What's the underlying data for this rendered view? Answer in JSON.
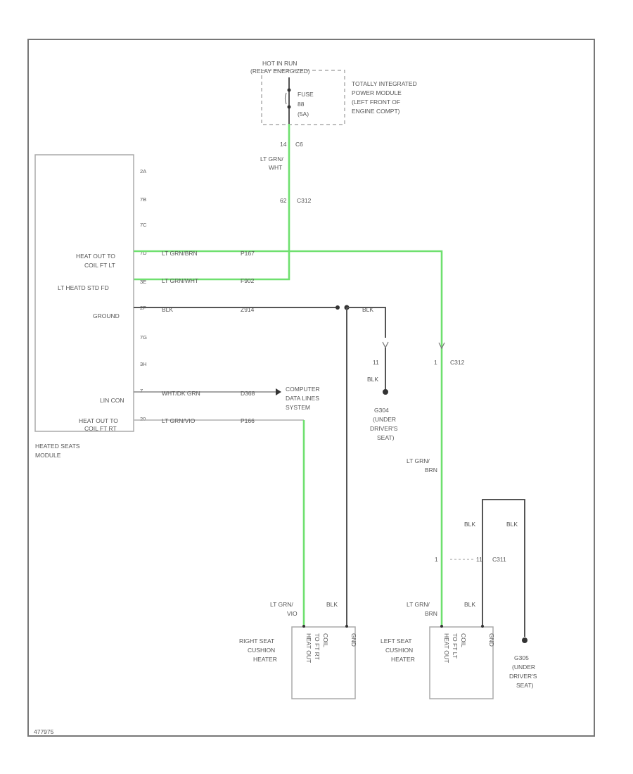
{
  "power": {
    "line1": "HOT IN RUN",
    "line2": "(RELAY ENERGIZED)",
    "fuse_l1": "FUSE",
    "fuse_l2": "88",
    "fuse_l3": "(5A)",
    "pin": "14",
    "conn": "C6",
    "tipm_l1": "TOTALLY INTEGRATED",
    "tipm_l2": "POWER MODULE",
    "tipm_l3": "(LEFT FRONT OF",
    "tipm_l4": "ENGINE COMPT)"
  },
  "top_wire": {
    "color1": "LT GRN/",
    "color2": "WHT",
    "pin": "62",
    "conn": "C312"
  },
  "module": {
    "name_l1": "HEATED SEATS",
    "name_l2": "MODULE",
    "pins": [
      "2A",
      "7B",
      "7C",
      "7D",
      "3E",
      "2F",
      "7G",
      "3H",
      "7",
      "20"
    ],
    "label_heat_lt_1": "HEAT OUT TO",
    "label_heat_lt_2": "COIL FT LT",
    "label_lt_heated": "LT HEATD STD FD",
    "label_ground": "GROUND",
    "label_lin": "LIN CON",
    "label_heat_rt_1": "HEAT OUT TO",
    "label_heat_rt_2": "COIL FT RT"
  },
  "wires": {
    "w1": {
      "color": "LT GRN/BRN",
      "circuit": "P167"
    },
    "w2": {
      "color": "LT GRN/WHT",
      "circuit": "F902"
    },
    "w3": {
      "color": "BLK",
      "circuit": "Z914"
    },
    "w4": {
      "color": "WHT/DK GRN",
      "circuit": "D368"
    },
    "w5": {
      "color": "LT GRN/VIO",
      "circuit": "P166"
    },
    "blk_right": "BLK"
  },
  "cdl": {
    "l1": "COMPUTER",
    "l2": "DATA LINES",
    "l3": "SYSTEM"
  },
  "ground1": {
    "pin": "11",
    "wire": "BLK",
    "l1": "G304",
    "l2": "(UNDER",
    "l3": "DRIVER'S",
    "l4": "SEAT)"
  },
  "c312_lower": {
    "pin": "1",
    "conn": "C312"
  },
  "left_feed": {
    "color1": "LT GRN/",
    "color2": "BRN"
  },
  "c311": {
    "pin_left": "1",
    "pin_right": "11",
    "conn": "C311",
    "blk1": "BLK",
    "blk2": "BLK"
  },
  "right_heater": {
    "wire1_l1": "LT GRN/",
    "wire1_l2": "VIO",
    "wire2": "BLK",
    "name_l1": "RIGHT SEAT",
    "name_l2": "CUSHION",
    "name_l3": "HEATER",
    "inner_l1": "HEAT OUT",
    "inner_l2": "TO FT RT",
    "inner_l3": "COIL",
    "inner_l4": "GND"
  },
  "left_heater": {
    "wire1_l1": "LT GRN/",
    "wire1_l2": "BRN",
    "wire2": "BLK",
    "name_l1": "LEFT SEAT",
    "name_l2": "CUSHION",
    "name_l3": "HEATER",
    "inner_l1": "HEAT OUT",
    "inner_l2": "TO FT LT",
    "inner_l3": "COIL",
    "inner_l4": "GND"
  },
  "ground2": {
    "l1": "G305",
    "l2": "(UNDER",
    "l3": "DRIVER'S",
    "l4": "SEAT)"
  },
  "footer": {
    "code": "477975"
  }
}
